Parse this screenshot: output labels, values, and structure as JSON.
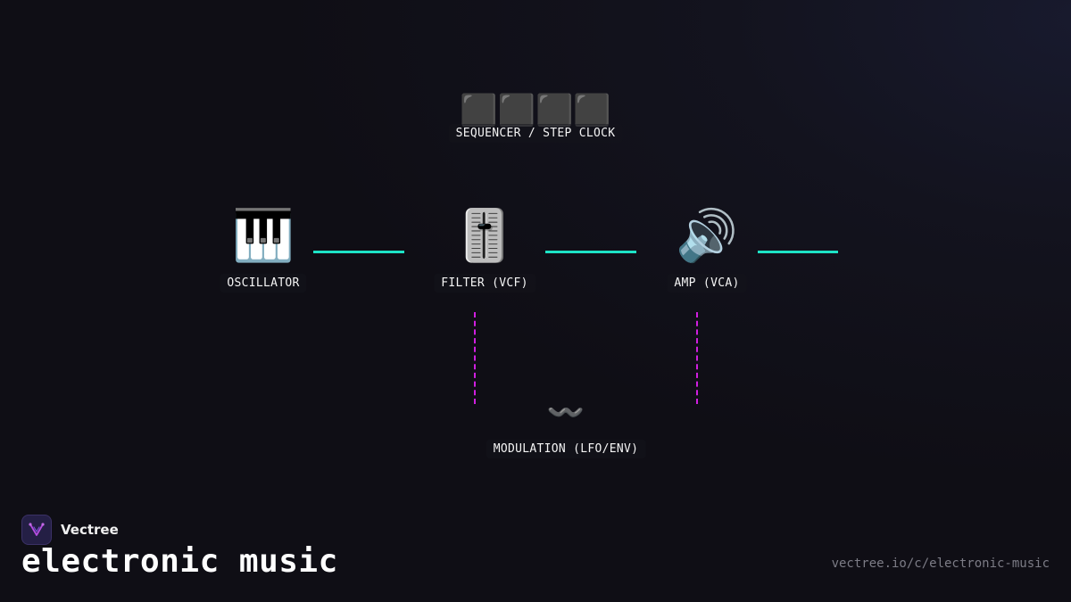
{
  "diagram": {
    "nodes": {
      "sequencer": {
        "icon": "⬛⬛⬛⬛",
        "label": "SEQUENCER / STEP CLOCK"
      },
      "oscillator": {
        "icon": "🎹",
        "label": "OSCILLATOR"
      },
      "filter": {
        "icon": "🎚️",
        "label": "FILTER (VCF)"
      },
      "amp": {
        "icon": "🔊",
        "label": "AMP (VCA)"
      },
      "modulation": {
        "icon": "〰️",
        "label": "MODULATION (LFO/ENV)"
      }
    },
    "signal_color": "#1de3c6",
    "modulation_color": "#d01fe0"
  },
  "brand": {
    "name": "Vectree",
    "logo_icon": "vectree-logo-icon",
    "accent": "#b54de0"
  },
  "topic": "electronic music",
  "url": "vectree.io/c/electronic-music"
}
